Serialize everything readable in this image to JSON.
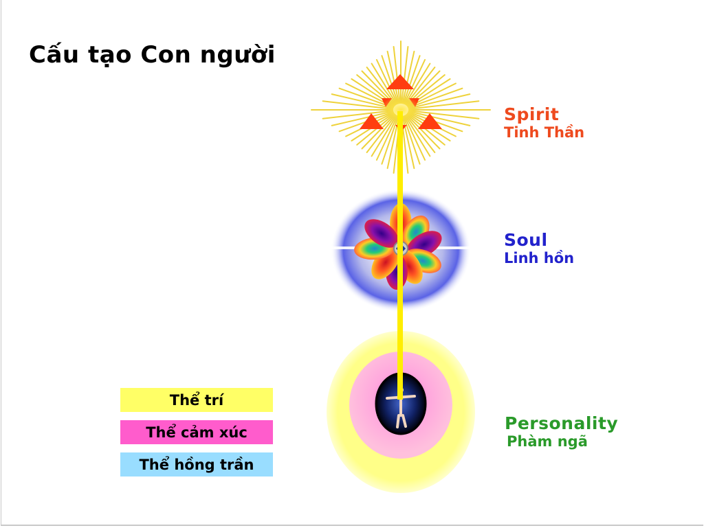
{
  "title": "Cấu tạo Con người",
  "levels": [
    {
      "id": "spirit",
      "label_en": "Spirit",
      "label_vi": "Tinh Thần",
      "color": "#ee4a1e"
    },
    {
      "id": "soul",
      "label_en": "Soul",
      "label_vi": "Linh hồn",
      "color": "#2222cc"
    },
    {
      "id": "personality",
      "label_en": "Personality",
      "label_vi": "Phàm ngã",
      "color": "#2a9a2a"
    }
  ],
  "legend": [
    {
      "label": "Thể trí",
      "color": "#ffff66"
    },
    {
      "label": "Thể cảm xúc",
      "color": "#ff5ccc"
    },
    {
      "label": "Thể hồng trần",
      "color": "#99ddff"
    }
  ],
  "connector_color": "#ffee00",
  "icons": {
    "spirit": "spirit-triangle-starburst-icon",
    "soul": "soul-lotus-flower-icon",
    "personality": "human-figure-aura-icon"
  }
}
